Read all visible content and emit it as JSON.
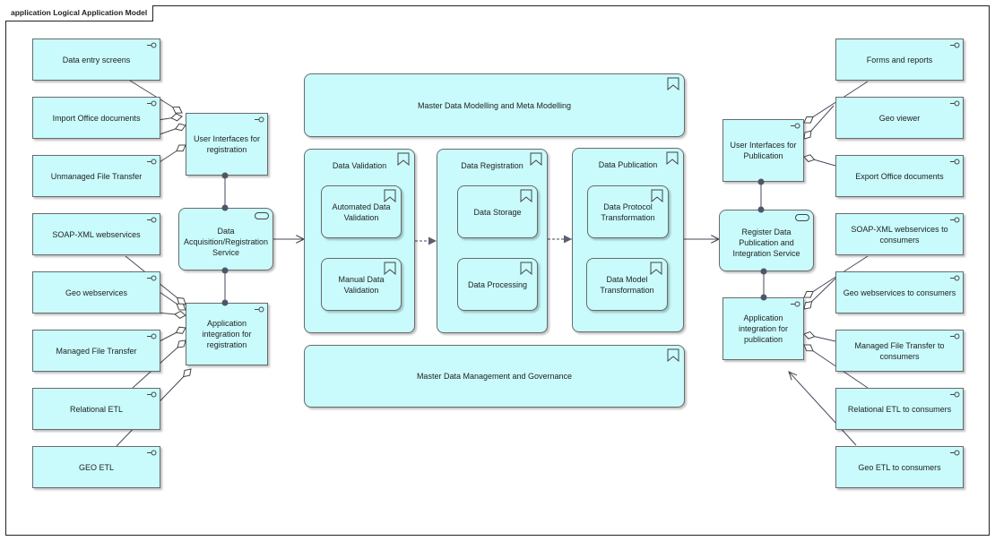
{
  "frame": {
    "title": "application Logical Application Model"
  },
  "left_inputs": [
    {
      "label": "Data entry screens"
    },
    {
      "label": "Import Office documents"
    },
    {
      "label": "Unmanaged File Transfer"
    },
    {
      "label": "SOAP-XML webservices"
    },
    {
      "label": "Geo webservices"
    },
    {
      "label": "Managed File Transfer"
    },
    {
      "label": "Relational ETL"
    },
    {
      "label": "GEO ETL"
    }
  ],
  "left_hubs": {
    "ui": "User Interfaces for registration",
    "service": "Data Acquisition/Registration Service",
    "integration": "Application integration for registration"
  },
  "center": {
    "top_banner": "Master Data Modelling and Meta Modelling",
    "bottom_banner": "Master Data Management and Governance",
    "validation": {
      "title": "Data Validation",
      "items": [
        "Automated Data Validation",
        "Manual Data Validation"
      ]
    },
    "registration": {
      "title": "Data Registration",
      "items": [
        "Data Storage",
        "Data Processing"
      ]
    },
    "publication": {
      "title": "Data Publication",
      "items": [
        "Data Protocol Transformation",
        "Data Model Transformation"
      ]
    }
  },
  "right_hubs": {
    "ui": "User Interfaces for Publication",
    "service": "Register Data Publication and Integration Service",
    "integration": "Application integration for publication"
  },
  "right_outputs": [
    {
      "label": "Forms and reports"
    },
    {
      "label": "Geo viewer"
    },
    {
      "label": "Export Office documents"
    },
    {
      "label": "SOAP-XML webservices to consumers"
    },
    {
      "label": "Geo webservices to consumers"
    },
    {
      "label": "Managed File Transfer to consumers"
    },
    {
      "label": "Relational ETL to consumers"
    },
    {
      "label": "Geo ETL to consumers"
    }
  ],
  "colors": {
    "fill": "#c9fbfc",
    "border": "#6a6a6a",
    "line": "#444a5a",
    "frame": "#222222"
  },
  "icons": {
    "component": "interface-icon",
    "service": "service-icon",
    "group": "bookmark-icon"
  }
}
